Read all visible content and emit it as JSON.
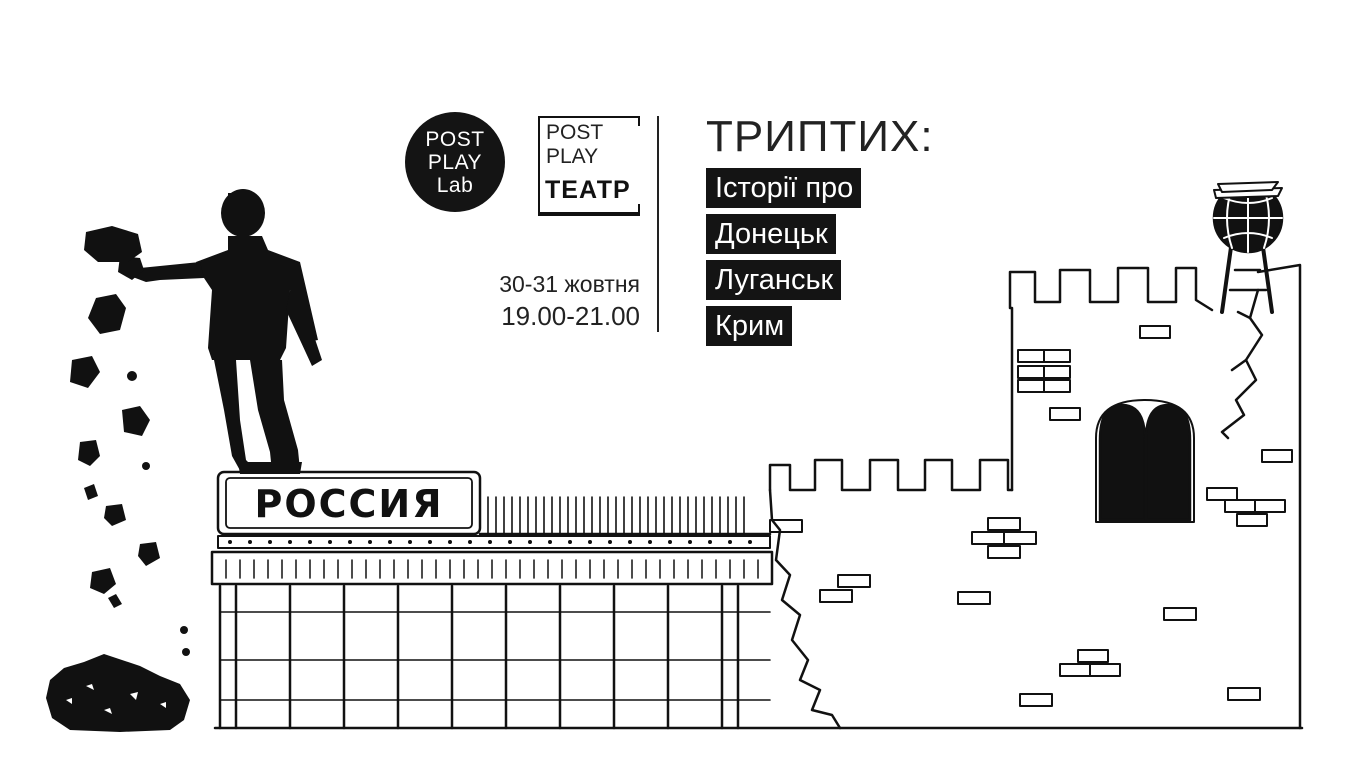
{
  "logos": {
    "lab": {
      "line1": "POST",
      "line2": "PLAY",
      "line3": "Lab"
    },
    "teatr": {
      "line1": "POST",
      "line2": "PLAY",
      "line3": "ТЕАТР"
    }
  },
  "event": {
    "date": "30-31 жовтня",
    "time": "19.00-21.00"
  },
  "title": "ТРИПТИХ:",
  "cities": [
    "Історії про",
    "Донецьк",
    "Луганськ",
    "Крим"
  ],
  "sign": {
    "text": "РОССИЯ"
  },
  "colors": {
    "ink": "#111111",
    "background": "#ffffff"
  },
  "icons": [
    "statue-figure",
    "coal-rocks",
    "globe-tower",
    "arched-window"
  ]
}
